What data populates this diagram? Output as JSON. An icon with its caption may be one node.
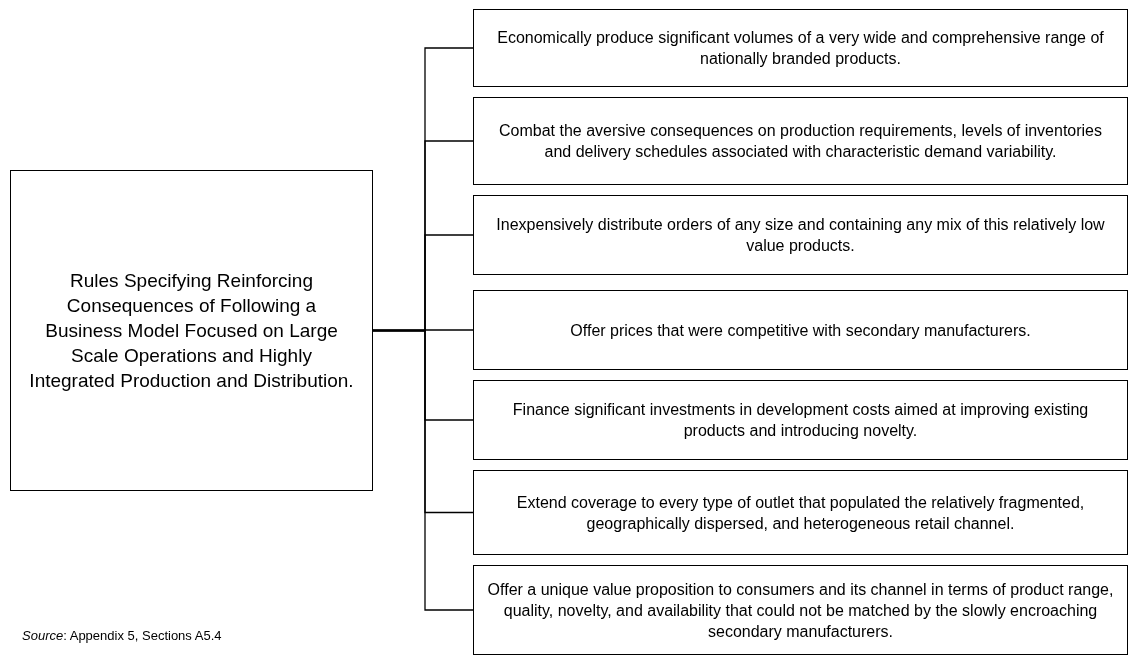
{
  "diagram": {
    "nodes": [
      {
        "text": [
          "Rules Specifying Reinforcing Consequences of Following a Business Model Focused on Large Scale Operations and Highly Integrated Production and Distribution."
        ]
      },
      {
        "text": [
          "Economically produce significant volumes of a very wide and comprehensive range of nationally branded products."
        ]
      },
      {
        "text": [
          "Combat the aversive consequences on production requirements, levels of inventories and delivery schedules associated with characteristic demand variability."
        ]
      },
      {
        "text": [
          "Inexpensively distribute orders of any size and containing any mix of this relatively low value products."
        ]
      },
      {
        "text": [
          "Offer prices that were competitive with secondary manufacturers."
        ]
      },
      {
        "text": [
          "Finance significant investments in development costs aimed at improving existing products and introducing novelty."
        ]
      },
      {
        "text": [
          "Extend coverage to every type of outlet that populated the relatively fragmented, geographically dispersed, and heterogeneous retail channel."
        ]
      },
      {
        "text": [
          "Offer a unique value proposition to consumers and its channel in terms of product range, quality, novelty, and availability that could not be matched by the slowly encroaching secondary manufacturers."
        ]
      }
    ],
    "edges": [
      {
        "from": 0,
        "to": 1,
        "arrow": "none"
      },
      {
        "from": 0,
        "to": 2,
        "arrow": "none"
      },
      {
        "from": 0,
        "to": 3,
        "arrow": "none"
      },
      {
        "from": 0,
        "to": 4,
        "arrow": "none"
      },
      {
        "from": 0,
        "to": 5,
        "arrow": "none"
      },
      {
        "from": 0,
        "to": 6,
        "arrow": "none"
      },
      {
        "from": 0,
        "to": 7,
        "arrow": "none"
      }
    ],
    "labels": [
      "*Source*: Appendix 5, Sections A5.4"
    ]
  }
}
